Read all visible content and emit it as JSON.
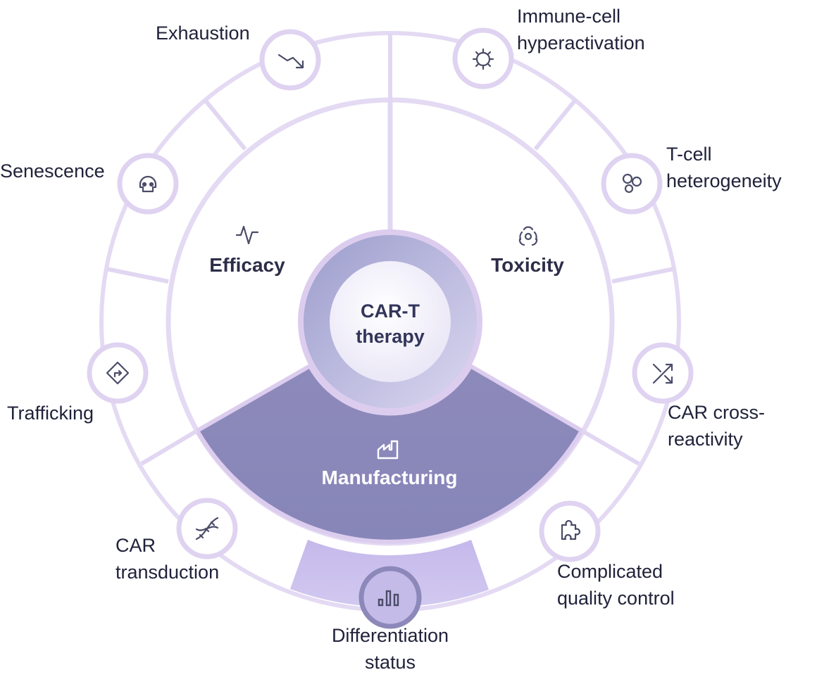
{
  "center": {
    "title": "CAR-T therapy"
  },
  "sectors": {
    "efficacy": {
      "label": "Efficacy",
      "icon": "activity-icon"
    },
    "toxicity": {
      "label": "Toxicity",
      "icon": "biohazard-icon"
    },
    "manufacturing": {
      "label": "Manufacturing",
      "icon": "factory-icon",
      "highlighted": true
    }
  },
  "factors": {
    "exhaustion": {
      "label": "Exhaustion",
      "icon": "trending-down-icon"
    },
    "immune_cell_hyperactivation": {
      "line1": "Immune-cell",
      "line2": "hyperactivation",
      "icon": "virus-icon"
    },
    "senescence": {
      "label": "Senescence",
      "icon": "skull-icon"
    },
    "t_cell_heterogeneity": {
      "line1": "T-cell",
      "line2": "heterogeneity",
      "icon": "cells-icon"
    },
    "trafficking": {
      "label": "Trafficking",
      "icon": "direction-sign-icon"
    },
    "car_cross_reactivity": {
      "line1": "CAR cross-",
      "line2": "reactivity",
      "icon": "shuffle-icon"
    },
    "car_transduction": {
      "line1": "CAR",
      "line2": "transduction",
      "icon": "dna-icon"
    },
    "complicated_quality_control": {
      "line1": "Complicated",
      "line2": "quality control",
      "icon": "puzzle-icon"
    },
    "differentiation_status": {
      "line1": "Differentiation",
      "line2": "status",
      "icon": "bar-chart-icon",
      "highlighted": true
    }
  },
  "colors": {
    "ring": "#e2d7f2",
    "ring_stroke": "#dccdef",
    "manufacturing_fill": "#8a88b9",
    "highlight_wedge": "#c7b8ea",
    "text": "#20223a",
    "icon": "#4a4c68"
  }
}
